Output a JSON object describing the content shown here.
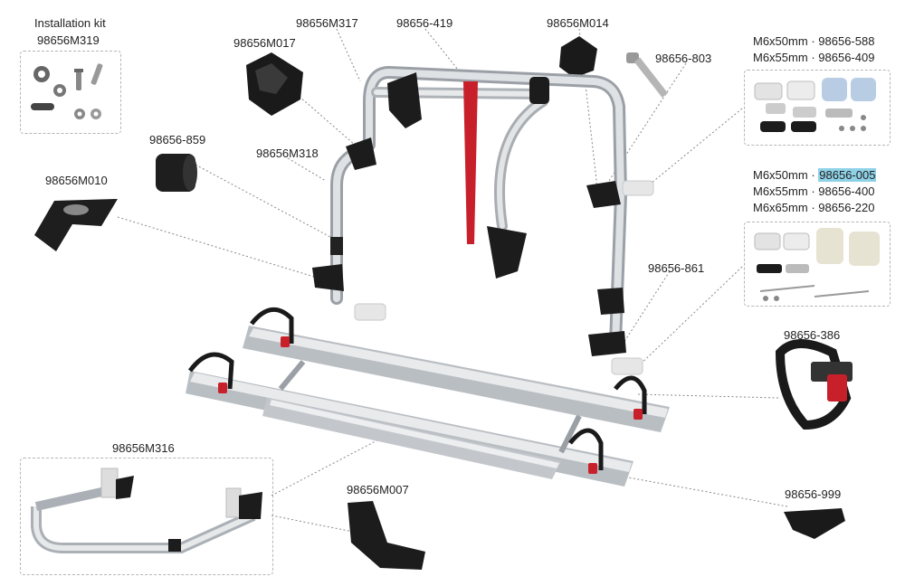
{
  "labels": {
    "installation_kit": "Installation kit",
    "kit_code": "98656M319",
    "m017": "98656M017",
    "m317": "98656M317",
    "p419": "98656-419",
    "m014": "98656M014",
    "p803": "98656-803",
    "p859": "98656-859",
    "m318": "98656M318",
    "m010": "98656M010",
    "p861": "98656-861",
    "p386": "98656-386",
    "m316": "98656M316",
    "m007": "98656M007",
    "p999": "98656-999"
  },
  "set1": {
    "line1_size": "M6x50mm",
    "line1_code": "98656-588",
    "line2_size": "M6x55mm",
    "line2_code": "98656-409",
    "separator": "·"
  },
  "set2": {
    "line1_size": "M6x50mm",
    "line1_code": "98656-005",
    "line2_size": "M6x55mm",
    "line2_code": "98656-400",
    "line3_size": "M6x65mm",
    "line3_code": "98656-220",
    "separator": "·"
  },
  "colors": {
    "aluminium": "#c9ccd0",
    "black_part": "#1e1e1e",
    "red_strap": "#c8202a",
    "highlight": "#8fd1e6",
    "leader_line": "#888888"
  }
}
